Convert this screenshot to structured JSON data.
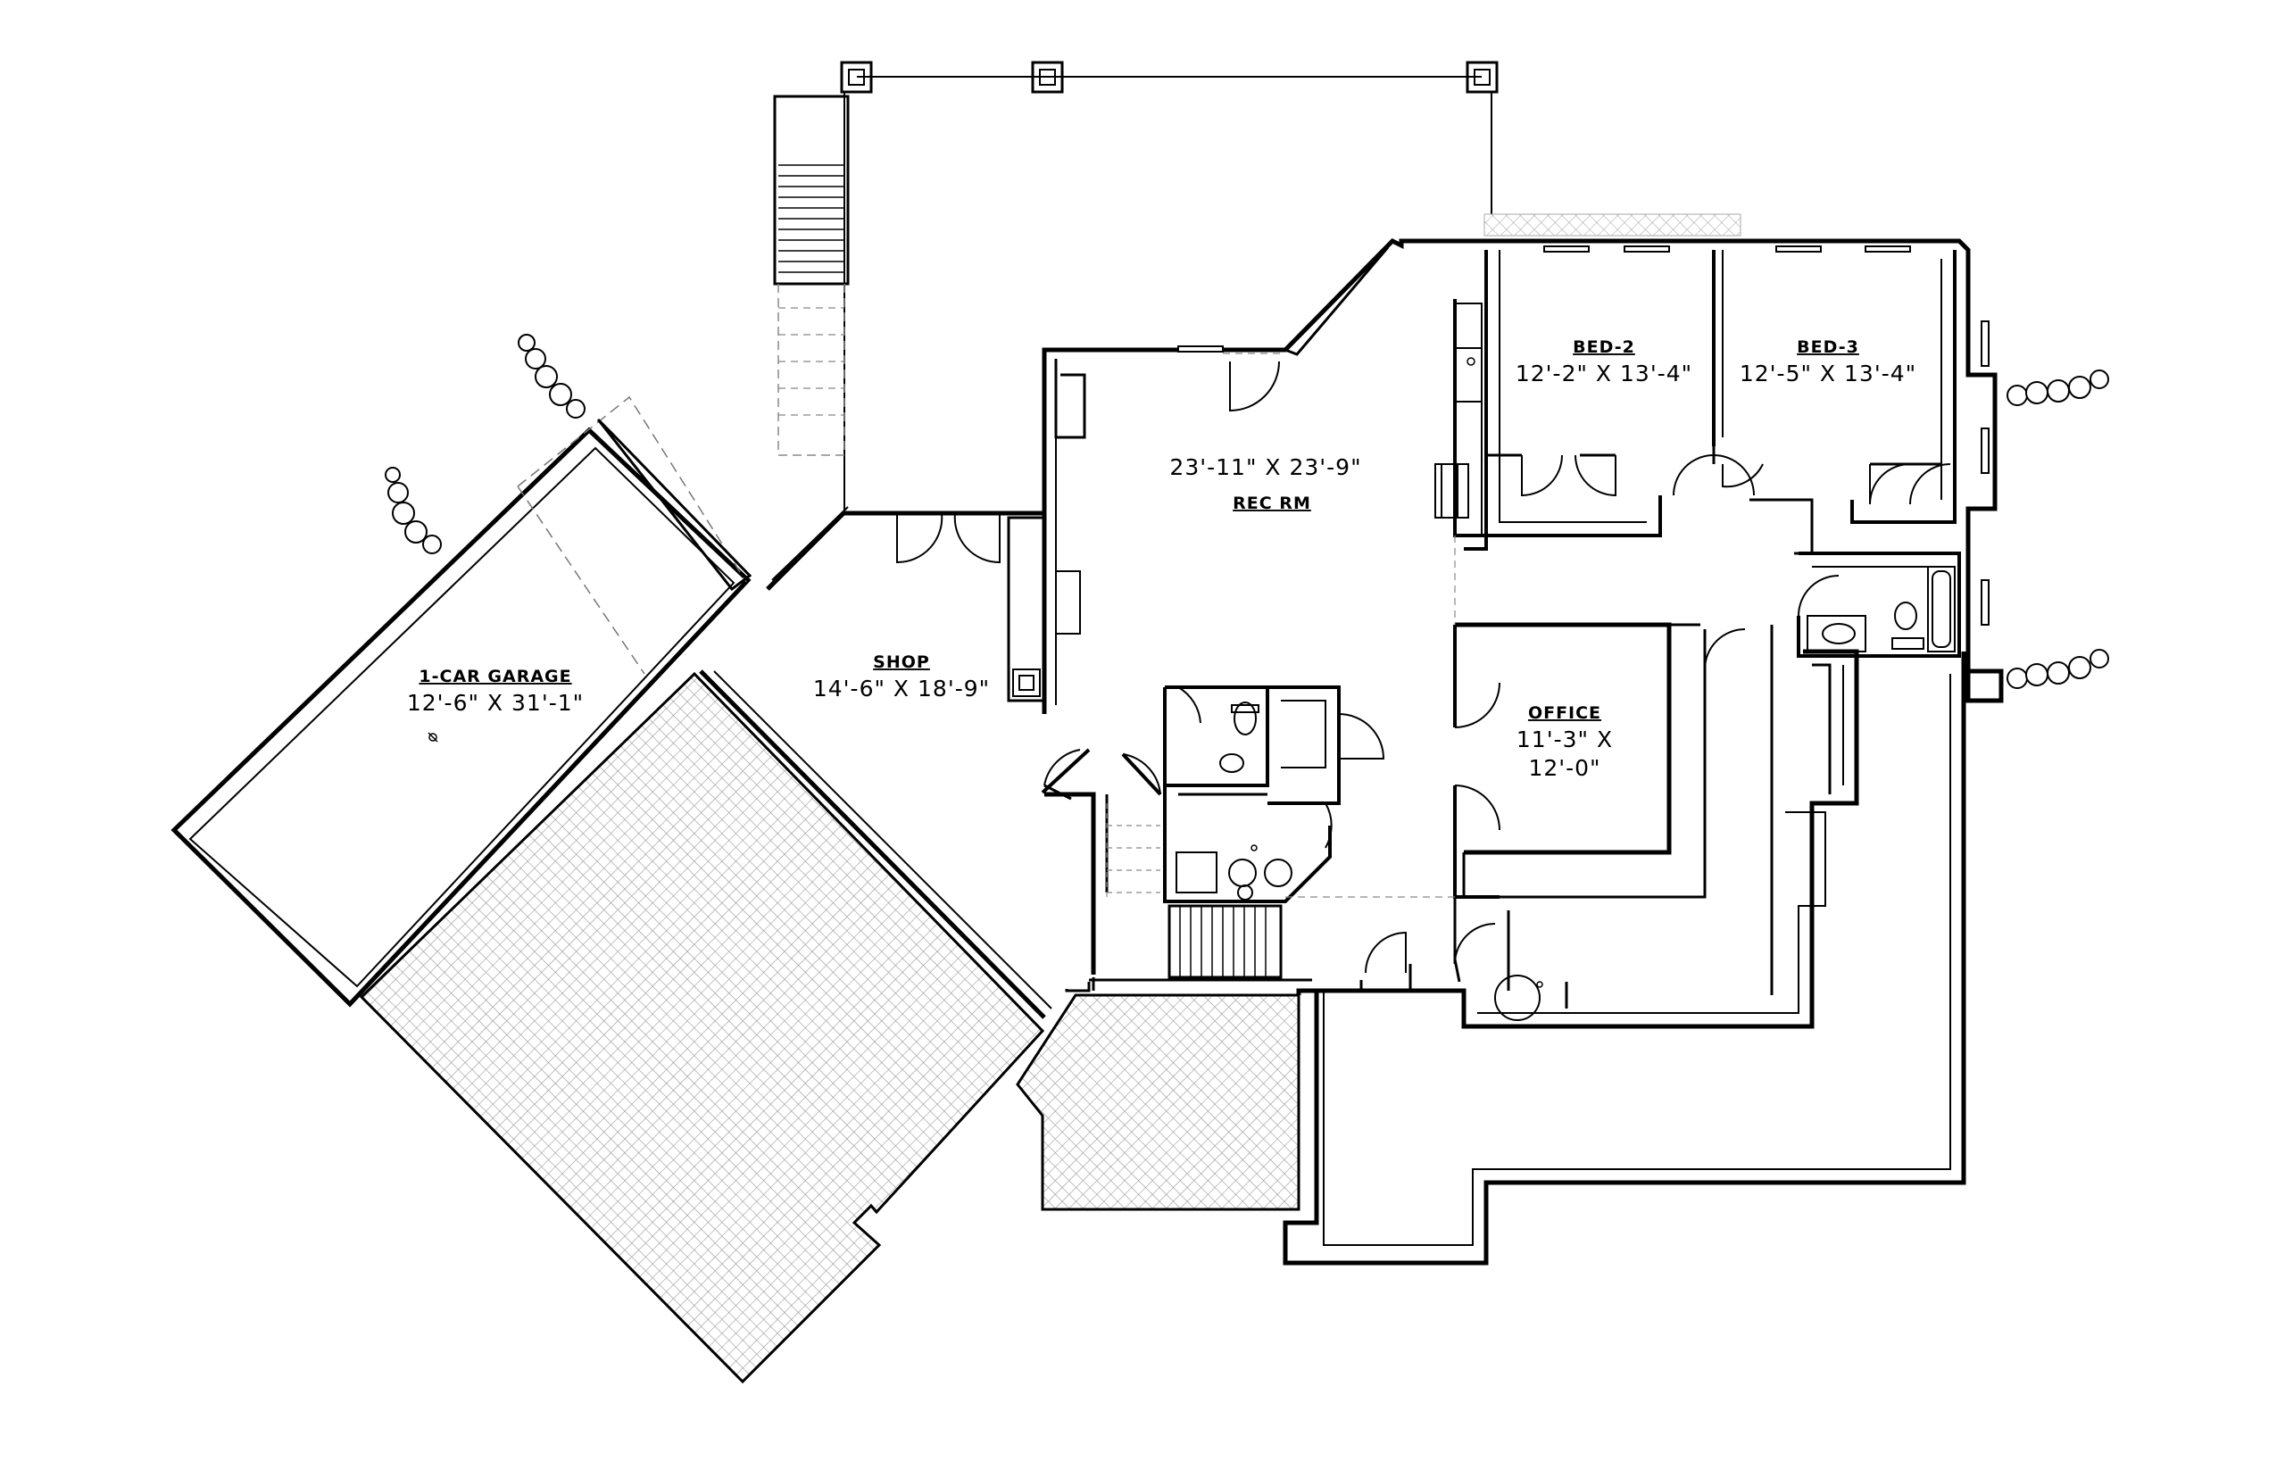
{
  "rooms": {
    "garage": {
      "name": "1-CAR GARAGE",
      "size": "12'-6\" X 31'-1\""
    },
    "shop": {
      "name": "SHOP",
      "size": "14'-6\" X 18'-9\""
    },
    "rec": {
      "name": "REC RM",
      "size": "23'-11\" X 23'-9\""
    },
    "bed2": {
      "name": "BED-2",
      "size": "12'-2\" X 13'-4\""
    },
    "bed3": {
      "name": "BED-3",
      "size": "12'-5\" X 13'-4\""
    },
    "office": {
      "name": "OFFICE",
      "size_line1": "11'-3\" X",
      "size_line2": "12'-0\""
    }
  },
  "colors": {
    "wall": "#000000",
    "hatch": "#9a9a9a",
    "background": "#ffffff"
  }
}
